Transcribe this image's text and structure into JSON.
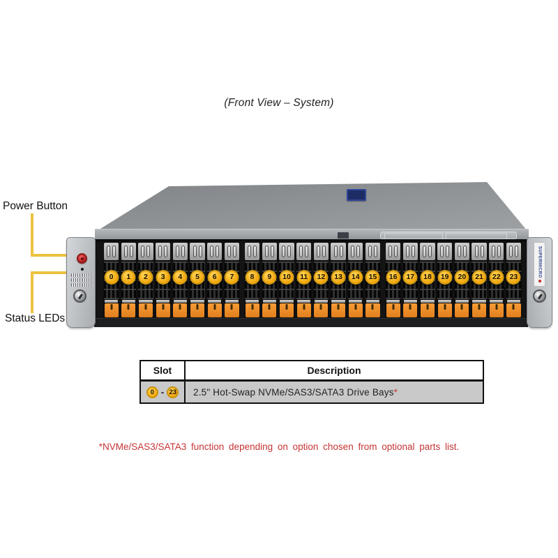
{
  "page": {
    "title": "(Front View – System)"
  },
  "callouts": {
    "power_button_label": "Power Button",
    "status_leds_label": "Status LEDs"
  },
  "server": {
    "brand_label": "SUPERMICRO",
    "drive_groups": [
      [
        "0",
        "1",
        "2",
        "3",
        "4",
        "5",
        "6",
        "7"
      ],
      [
        "8",
        "9",
        "10",
        "11",
        "12",
        "13",
        "14",
        "15"
      ],
      [
        "16",
        "17",
        "18",
        "19",
        "20",
        "21",
        "22",
        "23"
      ]
    ]
  },
  "table": {
    "headers": [
      "Slot",
      "Description"
    ],
    "row": {
      "slot_from": "0",
      "slot_separator": "-",
      "slot_to": "23",
      "description": "2.5\" Hot-Swap NVMe/SAS3/SATA3 Drive Bays",
      "footnote_marker": "*"
    }
  },
  "footnote": "*NVMe/SAS3/SATA3 function depending on option chosen from optional parts list.",
  "colors": {
    "callout_line": "#eec23f",
    "slot_badge_fill": "#f5ad14",
    "slot_badge_ring": "#c9920a",
    "latch_orange": "#ef8c2d",
    "table_row_bg": "#c9c9c9",
    "accent_red": "#c63434",
    "brand_blue": "#2b3f8f"
  }
}
